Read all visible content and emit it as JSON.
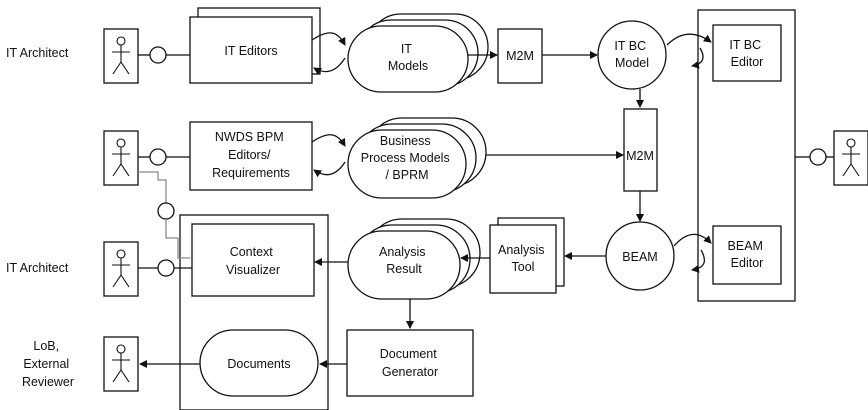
{
  "actors": {
    "it_architect_top": "IT Architect",
    "it_architect_mid": "IT Architect",
    "lob_line1": "LoB,",
    "lob_line2": "External",
    "lob_line3": "Reviewer"
  },
  "nodes": {
    "it_editors": "IT Editors",
    "it_models": [
      "IT",
      "Models"
    ],
    "m2m_top": "M2M",
    "it_bc_model": [
      "IT BC",
      "Model"
    ],
    "it_bc_editor": [
      "IT BC",
      "Editor"
    ],
    "nwds_bpm_editors": [
      "NWDS BPM",
      "Editors/",
      "Requirements"
    ],
    "business_process_models": [
      "Business",
      "Process Models",
      "/ BPRM"
    ],
    "m2m_mid": "M2M",
    "context_visualizer": [
      "Context",
      "Visualizer"
    ],
    "analysis_result": [
      "Analysis",
      "Result"
    ],
    "analysis_tool": [
      "Analysis",
      "Tool"
    ],
    "beam": "BEAM",
    "beam_editor": [
      "BEAM",
      "Editor"
    ],
    "documents": "Documents",
    "document_generator": [
      "Document",
      "Generator"
    ]
  }
}
